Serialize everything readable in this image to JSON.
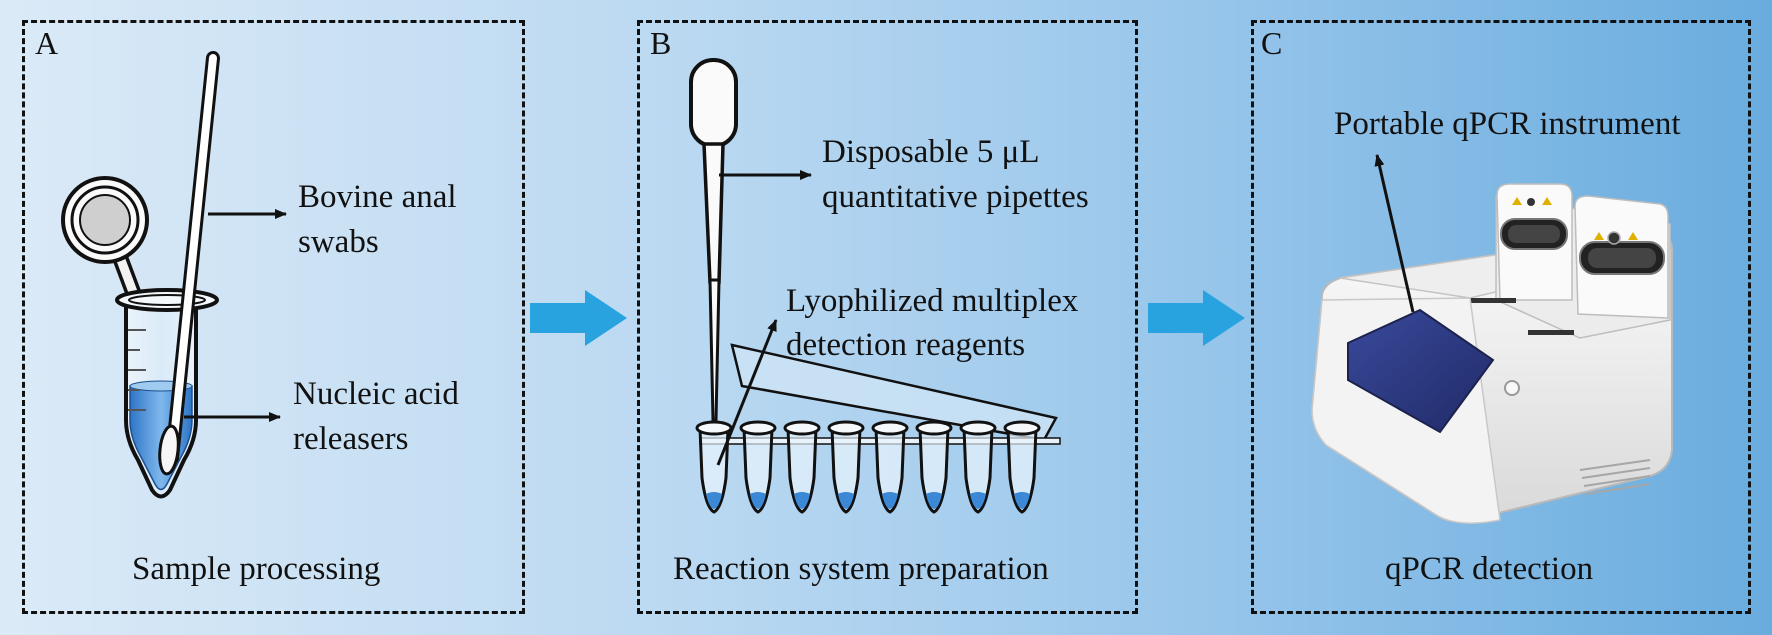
{
  "panels": {
    "a": {
      "letter": "A",
      "caption": "Sample processing",
      "swab_label_line1": "Bovine anal",
      "swab_label_line2": "swabs",
      "releaser_label_line1": "Nucleic acid",
      "releaser_label_line2": "releasers"
    },
    "b": {
      "letter": "B",
      "caption": "Reaction system preparation",
      "pipette_label_line1": "Disposable 5 μL",
      "pipette_label_line2": "quantitative pipettes",
      "reagent_label_line1": "Lyophilized multiplex",
      "reagent_label_line2": "detection reagents"
    },
    "c": {
      "letter": "C",
      "caption": "qPCR detection",
      "instrument_label": "Portable qPCR instrument"
    }
  },
  "colors": {
    "flow_arrow": "#29a3e0",
    "liquid": "#3b88d6",
    "screen": "#2f3e8a"
  }
}
